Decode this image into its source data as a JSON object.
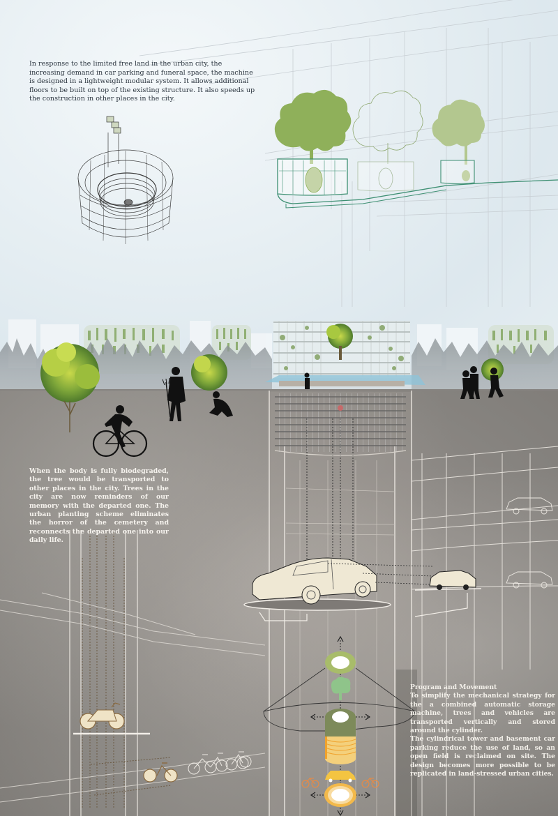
{
  "poster": {
    "type": "architectural section illustration",
    "palette": {
      "sky": "#e6eef2",
      "ground": "#8e8a86",
      "tree_green": "#8fb05a",
      "line_teal": "#3d8f72",
      "accent_orange": "#f0a22c",
      "car_cream": "#efe8d4",
      "text_dark": "#2c3640",
      "text_light": "#f6f3ee"
    }
  },
  "texts": {
    "intro": "In response to the limited free land in the urban city, the increasing demand in car parking and funeral space, the machine is designed in a lightweight modular system. It allows additional floors to be built on top of the existing structure. It also speeds up the construction in other places in the city.",
    "biodegrade": "When the body is fully biodegraded, the tree would be transported to other places in the city. Trees in the city  are now reminders of  our memory with the departed  one. The urban planting scheme eliminates the horror of the cemetery and reconnects the departed one into our daily life.",
    "program_title": "Program and Movement",
    "program_p1": "To simplify the mechanical strategy for the a combined automatic storage machine, trees and vehicles are transported vertically and stored around the cylinder.",
    "program_p2": "The cylindrical tower and basement car parking reduce the use of land, so an open field is reclaimed on site.  The design  becomes more possible to be replicated in land-stressed urban cities."
  },
  "figures": {
    "axonometric_cylinder": "modular cylinder axonometric with stacked module",
    "burial_pods": [
      "filled green tree with curled figure pod",
      "outlined tree with curled figure pod",
      "pale green tree with curled figure pod"
    ],
    "skyline": [
      "green cylindrical tower",
      "green cylindrical tower",
      "central glass tower with tree",
      "green cylindrical tower"
    ],
    "people": [
      "cyclist",
      "person with pitchfork",
      "person planting",
      "three people carrying tree",
      "person at platform"
    ],
    "underground": [
      "cylindrical storage rack",
      "sedan on rotating platform",
      "car on side platform",
      "bicycle on shelf",
      "bicycle moving",
      "row of outlined bicycles",
      "outlined parked cars"
    ],
    "diagram_icons": [
      "green ring",
      "tree icon",
      "green cylinder",
      "orange stacked discs",
      "yellow car icon",
      "orange bicycle icon",
      "orange bicycle icon",
      "orange ring",
      "up arrow",
      "left arrow",
      "right arrow",
      "down arrow"
    ]
  }
}
